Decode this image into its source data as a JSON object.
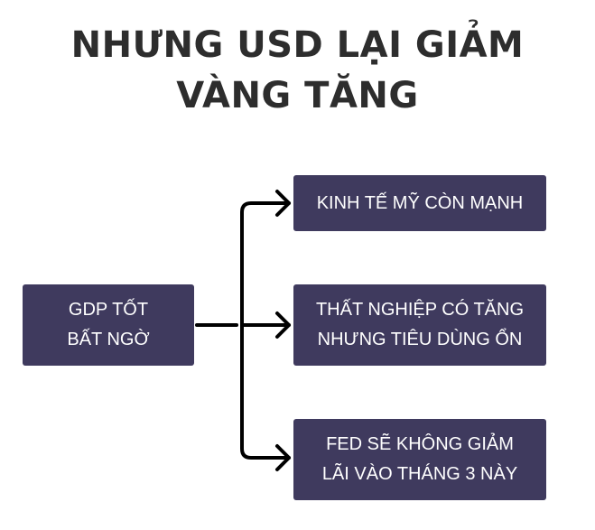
{
  "title": {
    "line1": "NHƯNG USD LẠI GIẢM",
    "line2": "VÀNG TĂNG"
  },
  "source": {
    "line1": "GDP TỐT",
    "line2": "BẤT NGỜ"
  },
  "targets": [
    {
      "line1": "KINH TẾ MỸ CÒN MẠNH",
      "line2": ""
    },
    {
      "line1": "THẤT NGHIỆP CÓ TĂNG",
      "line2": "NHƯNG TIÊU DÙNG ỔN"
    },
    {
      "line1": "FED SẼ KHÔNG GIẢM",
      "line2": "LÃI VÀO THÁNG 3 NÀY"
    }
  ],
  "colors": {
    "box": "#3f3a5e",
    "text": "#ffffff",
    "title": "#2d2d2d",
    "connector": "#000000"
  }
}
